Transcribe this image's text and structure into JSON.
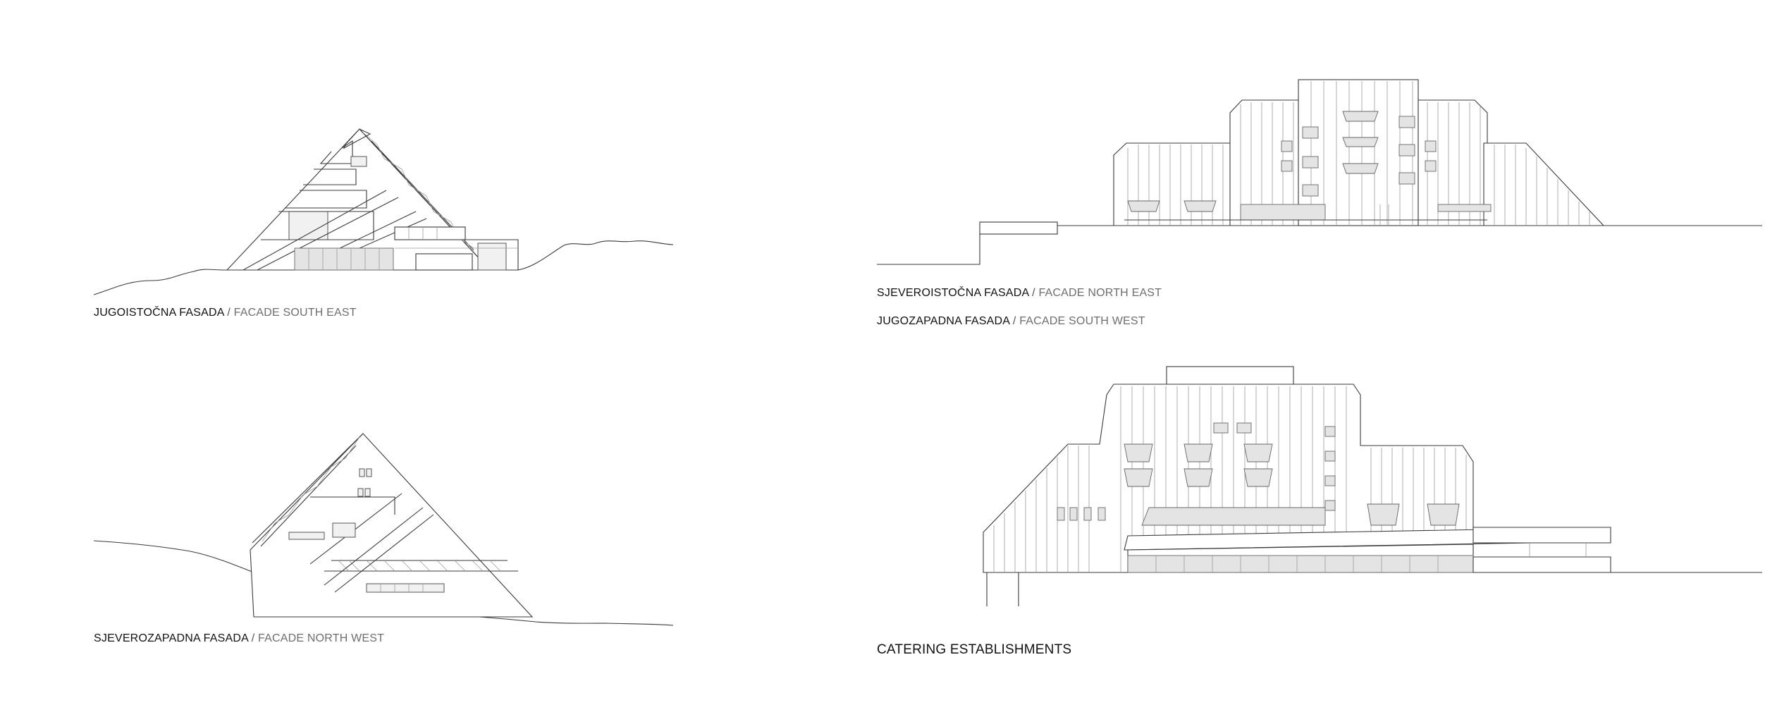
{
  "drawings": {
    "southeast": {
      "label_main": "JUGOISTOČNA FASADA",
      "label_sep": " / ",
      "label_sub": "FACADE SOUTH EAST"
    },
    "northwest": {
      "label_main": "SJEVEROZAPADNA FASADA",
      "label_sep": " / ",
      "label_sub": "FACADE NORTH WEST"
    },
    "northeast": {
      "label_main": "SJEVEROISTOČNA FASADA",
      "label_sep": " / ",
      "label_sub": "FACADE NORTH EAST"
    },
    "southwest": {
      "label_main": "JUGOZAPADNA FASADA",
      "label_sep": " / ",
      "label_sub": "FACADE SOUTH WEST"
    },
    "catering": {
      "label": "CATERING ESTABLISHMENTS"
    }
  }
}
